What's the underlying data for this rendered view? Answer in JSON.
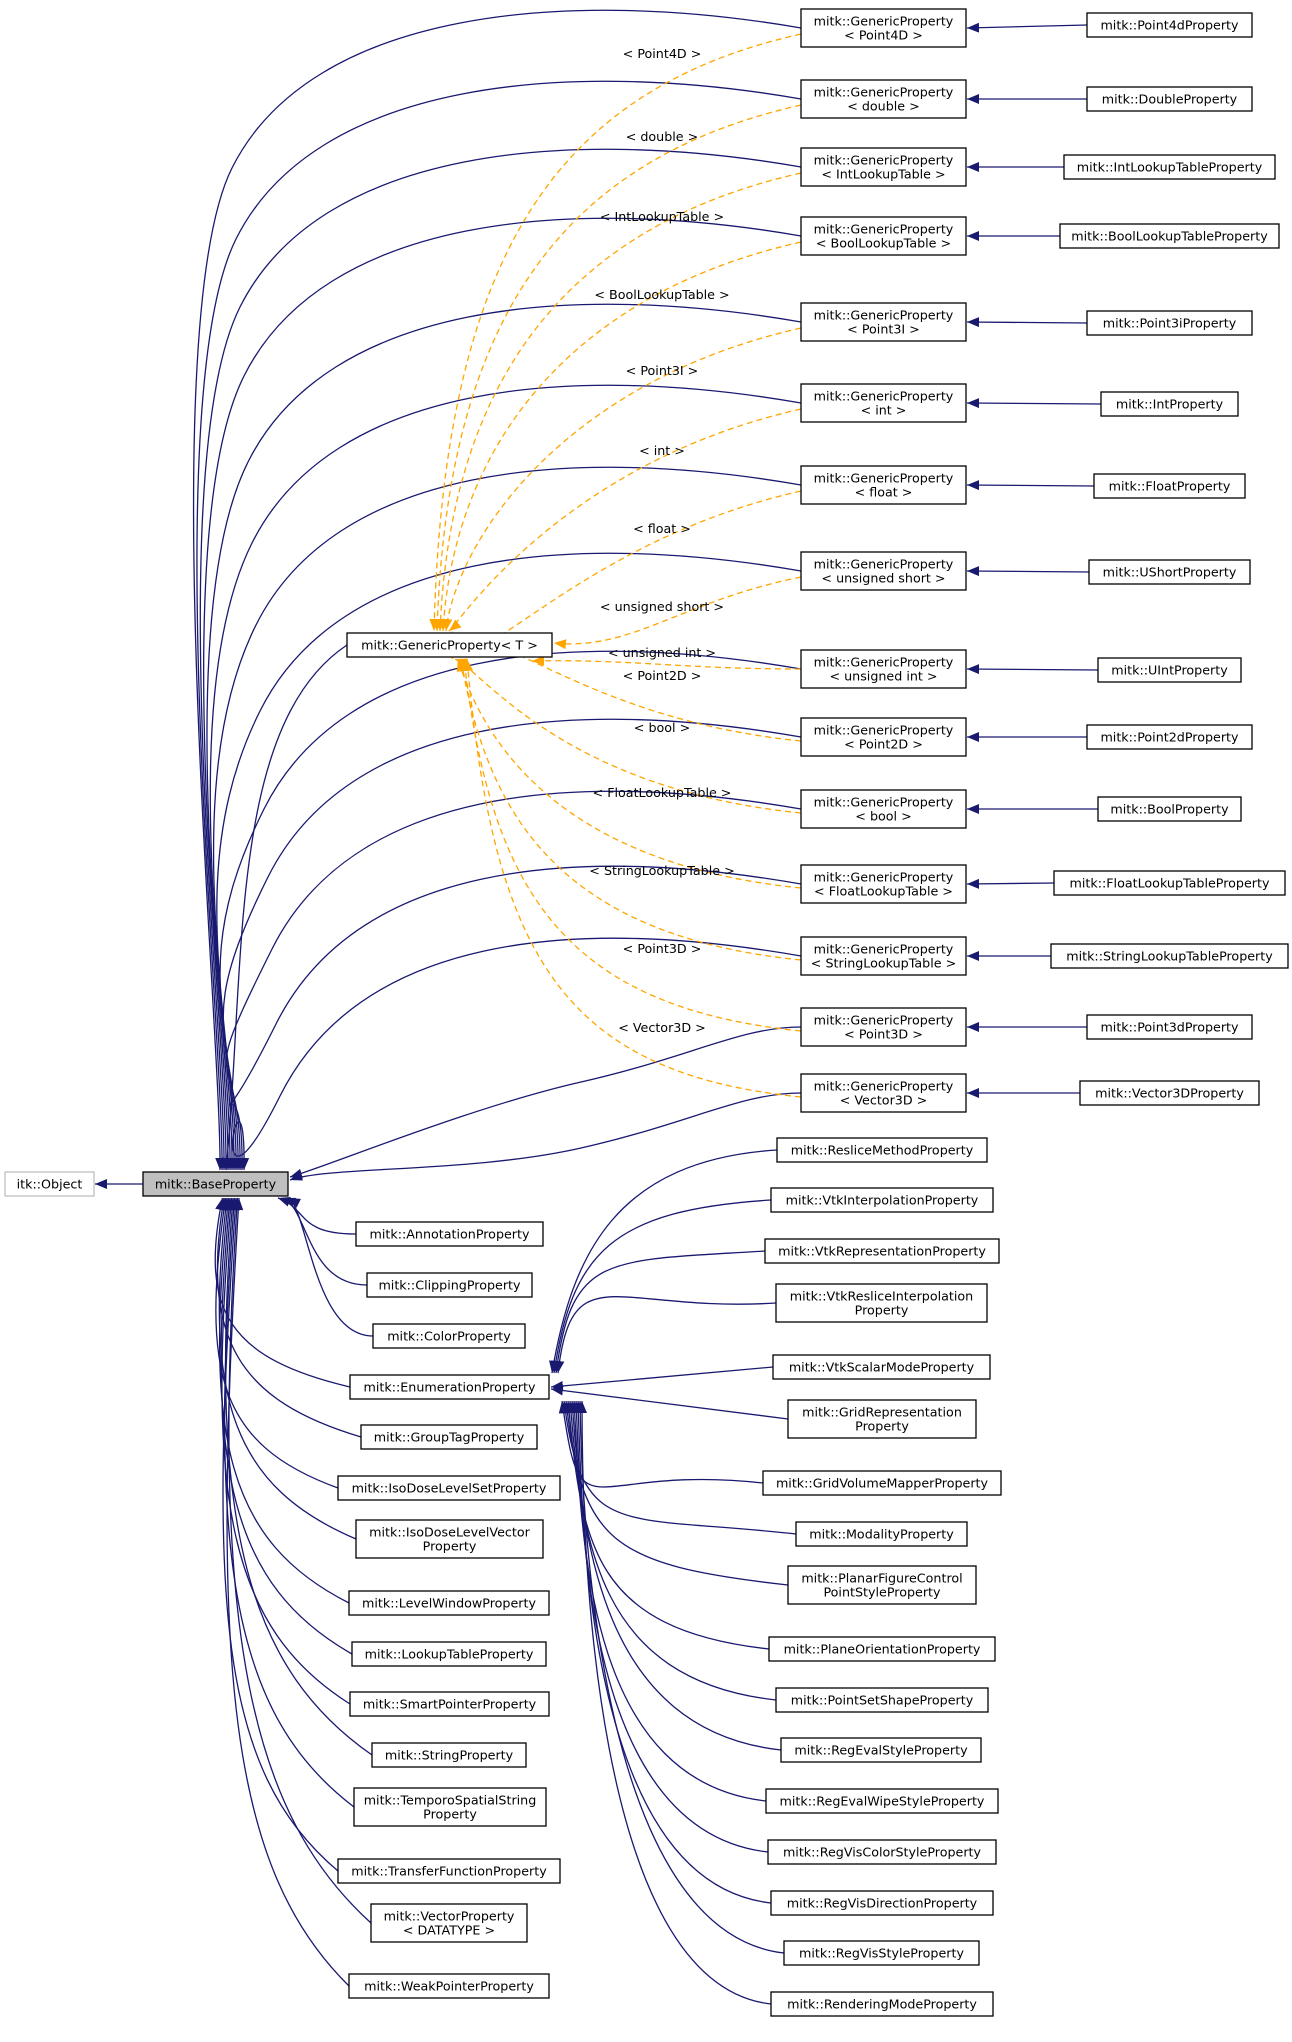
{
  "diagram": {
    "colors": {
      "inheritance_edge": "#191970",
      "template_edge": "#ffa500",
      "node_border": "#000000",
      "external_node_border": "#bfbfbf",
      "focus_node_fill": "#bfbfbf"
    },
    "nodes": [
      {
        "id": "itk_object",
        "lines": [
          "itk::Object"
        ],
        "style": "external"
      },
      {
        "id": "base_property",
        "lines": [
          "mitk::BaseProperty"
        ],
        "style": "focus"
      },
      {
        "id": "generic_property_t",
        "lines": [
          "mitk::GenericProperty< T >"
        ]
      },
      {
        "id": "gp_point4d",
        "lines": [
          "mitk::GenericProperty",
          "< Point4D >"
        ]
      },
      {
        "id": "gp_double",
        "lines": [
          "mitk::GenericProperty",
          "< double >"
        ]
      },
      {
        "id": "gp_intlookuptable",
        "lines": [
          "mitk::GenericProperty",
          "< IntLookupTable >"
        ]
      },
      {
        "id": "gp_boollookuptable",
        "lines": [
          "mitk::GenericProperty",
          "< BoolLookupTable >"
        ]
      },
      {
        "id": "gp_point3i",
        "lines": [
          "mitk::GenericProperty",
          "< Point3I >"
        ]
      },
      {
        "id": "gp_int",
        "lines": [
          "mitk::GenericProperty",
          "< int >"
        ]
      },
      {
        "id": "gp_float",
        "lines": [
          "mitk::GenericProperty",
          "< float >"
        ]
      },
      {
        "id": "gp_ushort",
        "lines": [
          "mitk::GenericProperty",
          "< unsigned short >"
        ]
      },
      {
        "id": "gp_uint",
        "lines": [
          "mitk::GenericProperty",
          "< unsigned int >"
        ]
      },
      {
        "id": "gp_point2d",
        "lines": [
          "mitk::GenericProperty",
          "< Point2D >"
        ]
      },
      {
        "id": "gp_bool",
        "lines": [
          "mitk::GenericProperty",
          "< bool >"
        ]
      },
      {
        "id": "gp_floatlookuptable",
        "lines": [
          "mitk::GenericProperty",
          "< FloatLookupTable >"
        ]
      },
      {
        "id": "gp_stringlookuptable",
        "lines": [
          "mitk::GenericProperty",
          "< StringLookupTable >"
        ]
      },
      {
        "id": "gp_point3d",
        "lines": [
          "mitk::GenericProperty",
          "< Point3D >"
        ]
      },
      {
        "id": "gp_vector3d",
        "lines": [
          "mitk::GenericProperty",
          "< Vector3D >"
        ]
      },
      {
        "id": "point4d_property",
        "lines": [
          "mitk::Point4dProperty"
        ]
      },
      {
        "id": "double_property",
        "lines": [
          "mitk::DoubleProperty"
        ]
      },
      {
        "id": "intlookuptable_property",
        "lines": [
          "mitk::IntLookupTableProperty"
        ]
      },
      {
        "id": "boollookuptable_property",
        "lines": [
          "mitk::BoolLookupTableProperty"
        ]
      },
      {
        "id": "point3i_property",
        "lines": [
          "mitk::Point3iProperty"
        ]
      },
      {
        "id": "int_property",
        "lines": [
          "mitk::IntProperty"
        ]
      },
      {
        "id": "float_property",
        "lines": [
          "mitk::FloatProperty"
        ]
      },
      {
        "id": "ushort_property",
        "lines": [
          "mitk::UShortProperty"
        ]
      },
      {
        "id": "uint_property",
        "lines": [
          "mitk::UIntProperty"
        ]
      },
      {
        "id": "point2d_property",
        "lines": [
          "mitk::Point2dProperty"
        ]
      },
      {
        "id": "bool_property",
        "lines": [
          "mitk::BoolProperty"
        ]
      },
      {
        "id": "floatlookuptable_property",
        "lines": [
          "mitk::FloatLookupTableProperty"
        ]
      },
      {
        "id": "stringlookuptable_property",
        "lines": [
          "mitk::StringLookupTableProperty"
        ]
      },
      {
        "id": "point3d_property",
        "lines": [
          "mitk::Point3dProperty"
        ]
      },
      {
        "id": "vector3d_property",
        "lines": [
          "mitk::Vector3DProperty"
        ]
      },
      {
        "id": "annotation_property",
        "lines": [
          "mitk::AnnotationProperty"
        ]
      },
      {
        "id": "clipping_property",
        "lines": [
          "mitk::ClippingProperty"
        ]
      },
      {
        "id": "color_property",
        "lines": [
          "mitk::ColorProperty"
        ]
      },
      {
        "id": "enumeration_property",
        "lines": [
          "mitk::EnumerationProperty"
        ]
      },
      {
        "id": "grouptag_property",
        "lines": [
          "mitk::GroupTagProperty"
        ]
      },
      {
        "id": "isodoselevelset_property",
        "lines": [
          "mitk::IsoDoseLevelSetProperty"
        ]
      },
      {
        "id": "isodoselevelvector_property",
        "lines": [
          "mitk::IsoDoseLevelVector",
          "Property"
        ]
      },
      {
        "id": "levelwindow_property",
        "lines": [
          "mitk::LevelWindowProperty"
        ]
      },
      {
        "id": "lookuptable_property",
        "lines": [
          "mitk::LookupTableProperty"
        ]
      },
      {
        "id": "smartpointer_property",
        "lines": [
          "mitk::SmartPointerProperty"
        ]
      },
      {
        "id": "string_property",
        "lines": [
          "mitk::StringProperty"
        ]
      },
      {
        "id": "temporospatialstring_property",
        "lines": [
          "mitk::TemporoSpatialString",
          "Property"
        ]
      },
      {
        "id": "transferfunction_property",
        "lines": [
          "mitk::TransferFunctionProperty"
        ]
      },
      {
        "id": "vector_property",
        "lines": [
          "mitk::VectorProperty",
          "< DATATYPE >"
        ]
      },
      {
        "id": "weakpointer_property",
        "lines": [
          "mitk::WeakPointerProperty"
        ]
      },
      {
        "id": "reslicemethod_property",
        "lines": [
          "mitk::ResliceMethodProperty"
        ]
      },
      {
        "id": "vtkinterpolation_property",
        "lines": [
          "mitk::VtkInterpolationProperty"
        ]
      },
      {
        "id": "vtkrepresentation_property",
        "lines": [
          "mitk::VtkRepresentationProperty"
        ]
      },
      {
        "id": "vtkresliceinterpolation_property",
        "lines": [
          "mitk::VtkResliceInterpolation",
          "Property"
        ]
      },
      {
        "id": "vtkscalarmode_property",
        "lines": [
          "mitk::VtkScalarModeProperty"
        ]
      },
      {
        "id": "gridrepresentation_property",
        "lines": [
          "mitk::GridRepresentation",
          "Property"
        ]
      },
      {
        "id": "gridvolumemapper_property",
        "lines": [
          "mitk::GridVolumeMapperProperty"
        ]
      },
      {
        "id": "modality_property",
        "lines": [
          "mitk::ModalityProperty"
        ]
      },
      {
        "id": "planarfigurecontrol_property",
        "lines": [
          "mitk::PlanarFigureControl",
          "PointStyleProperty"
        ]
      },
      {
        "id": "planeorientation_property",
        "lines": [
          "mitk::PlaneOrientationProperty"
        ]
      },
      {
        "id": "pointsetshape_property",
        "lines": [
          "mitk::PointSetShapeProperty"
        ]
      },
      {
        "id": "regevalstyle_property",
        "lines": [
          "mitk::RegEvalStyleProperty"
        ]
      },
      {
        "id": "regevalwipestyle_property",
        "lines": [
          "mitk::RegEvalWipeStyleProperty"
        ]
      },
      {
        "id": "regviscolorstyle_property",
        "lines": [
          "mitk::RegVisColorStyleProperty"
        ]
      },
      {
        "id": "regvisdirection_property",
        "lines": [
          "mitk::RegVisDirectionProperty"
        ]
      },
      {
        "id": "regvisstyle_property",
        "lines": [
          "mitk::RegVisStyleProperty"
        ]
      },
      {
        "id": "renderingmode_property",
        "lines": [
          "mitk::RenderingModeProperty"
        ]
      }
    ],
    "template_labels": [
      "< Point4D >",
      "< double >",
      "< IntLookupTable >",
      "< BoolLookupTable >",
      "< Point3I >",
      "< int >",
      "< float >",
      "< unsigned short >",
      "< unsigned int >",
      "< Point2D >",
      "< bool >",
      "< FloatLookupTable >",
      "< StringLookupTable >",
      "< Point3D >",
      "< Vector3D >"
    ]
  }
}
